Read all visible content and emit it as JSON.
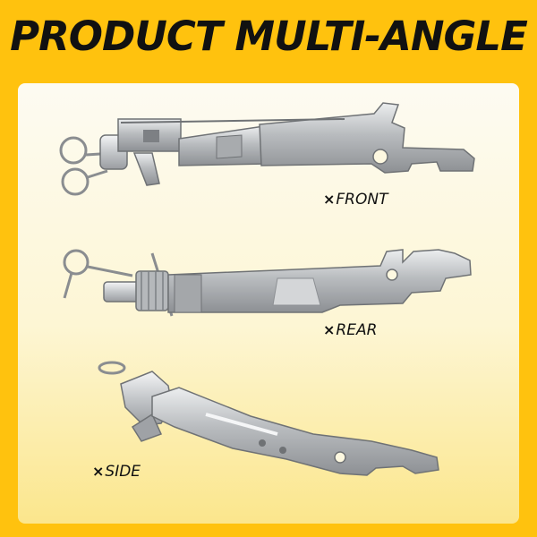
{
  "header": {
    "title": "PRODUCT MULTI-ANGLE"
  },
  "views": [
    {
      "label": "FRONT",
      "marker": "×"
    },
    {
      "label": "REAR",
      "marker": "×"
    },
    {
      "label": "SIDE",
      "marker": "×"
    }
  ],
  "colors": {
    "background": "#ffc20e",
    "panel_top": "#fdfbf2",
    "panel_bottom": "#fbe68c",
    "metal": "#c9cbcd"
  }
}
